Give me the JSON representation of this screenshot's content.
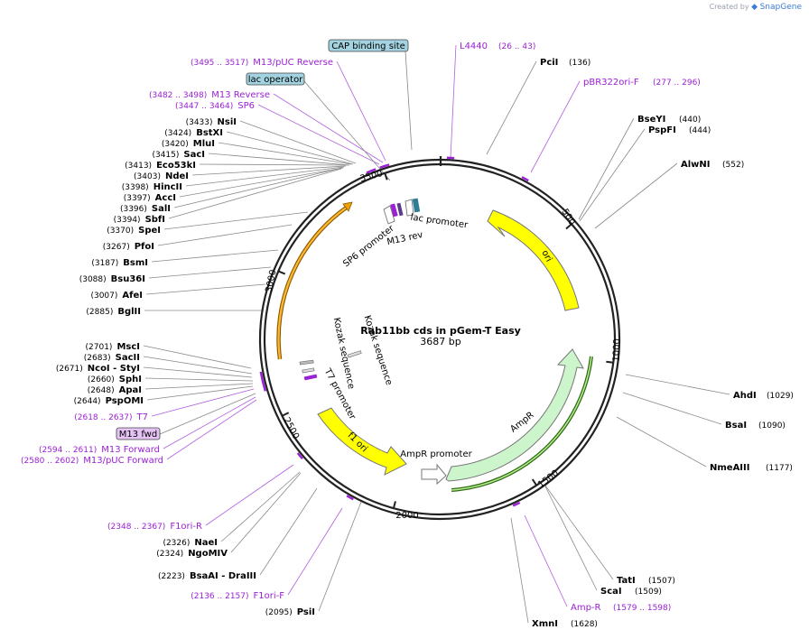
{
  "credit": {
    "prefix": "Created by",
    "brand": "SnapGene"
  },
  "plasmid": {
    "name": "Rab11bb cds in pGem-T Easy",
    "length_label": "3687 bp",
    "length": 3687
  },
  "colors": {
    "enzyme": "#000000",
    "primer": "#9b20d6",
    "line": "#888888",
    "backbone": "#222222",
    "ori": "#ffff00",
    "ampr": "#ccf5cc",
    "f1": "#ffff00",
    "orf": "#f0a000"
  },
  "ticks": [
    "500",
    "1000",
    "1500",
    "2000",
    "2500",
    "3000",
    "3500"
  ],
  "features": [
    {
      "label": "ori",
      "type": "ori"
    },
    {
      "label": "AmpR",
      "type": "gene"
    },
    {
      "label": "AmpR promoter",
      "type": "promoter"
    },
    {
      "label": "f1 ori",
      "type": "ori"
    },
    {
      "label": "T7 promoter",
      "type": "promoter"
    },
    {
      "label": "Kozak sequence",
      "type": "misc"
    },
    {
      "label": "Kozak sequence",
      "type": "misc"
    },
    {
      "label": "SP6 promoter",
      "type": "promoter"
    },
    {
      "label": "M13 rev",
      "type": "primer_bind"
    },
    {
      "label": "lac promoter",
      "type": "promoter"
    }
  ],
  "boxed_labels": [
    {
      "text": "CAP binding site",
      "color": "#a3d3e0"
    },
    {
      "text": "lac operator",
      "color": "#a3d3e0"
    },
    {
      "text": "M13 fwd",
      "color": "#e5c3f5"
    }
  ],
  "sites": [
    {
      "name": "L4440",
      "pos": "(26 .. 43)",
      "kind": "primer"
    },
    {
      "name": "PciI",
      "pos": "(136)",
      "kind": "enzyme"
    },
    {
      "name": "pBR322ori-F",
      "pos": "(277 .. 296)",
      "kind": "primer"
    },
    {
      "name": "BseYI",
      "pos": "(440)",
      "kind": "enzyme"
    },
    {
      "name": "PspFI",
      "pos": "(444)",
      "kind": "enzyme"
    },
    {
      "name": "AlwNI",
      "pos": "(552)",
      "kind": "enzyme"
    },
    {
      "name": "AhdI",
      "pos": "(1029)",
      "kind": "enzyme"
    },
    {
      "name": "BsaI",
      "pos": "(1090)",
      "kind": "enzyme"
    },
    {
      "name": "NmeAIII",
      "pos": "(1177)",
      "kind": "enzyme"
    },
    {
      "name": "TatI",
      "pos": "(1507)",
      "kind": "enzyme"
    },
    {
      "name": "ScaI",
      "pos": "(1509)",
      "kind": "enzyme"
    },
    {
      "name": "Amp-R",
      "pos": "(1579 .. 1598)",
      "kind": "primer"
    },
    {
      "name": "XmnI",
      "pos": "(1628)",
      "kind": "enzyme"
    },
    {
      "name": "PsiI",
      "pos": "(2095)",
      "kind": "enzyme"
    },
    {
      "name": "F1ori-F",
      "pos": "(2136 .. 2157)",
      "kind": "primer"
    },
    {
      "name": "BsaAI - DraIII",
      "pos": "(2223)",
      "kind": "enzyme"
    },
    {
      "name": "NgoMIV",
      "pos": "(2324)",
      "kind": "enzyme"
    },
    {
      "name": "NaeI",
      "pos": "(2326)",
      "kind": "enzyme"
    },
    {
      "name": "F1ori-R",
      "pos": "(2348 .. 2367)",
      "kind": "primer"
    },
    {
      "name": "M13/pUC Forward",
      "pos": "(2580 .. 2602)",
      "kind": "primer"
    },
    {
      "name": "M13 Forward",
      "pos": "(2594 .. 2611)",
      "kind": "primer"
    },
    {
      "name": "T7",
      "pos": "(2618 .. 2637)",
      "kind": "primer"
    },
    {
      "name": "PspOMI",
      "pos": "(2644)",
      "kind": "enzyme"
    },
    {
      "name": "ApaI",
      "pos": "(2648)",
      "kind": "enzyme"
    },
    {
      "name": "SphI",
      "pos": "(2660)",
      "kind": "enzyme"
    },
    {
      "name": "NcoI - StyI",
      "pos": "(2671)",
      "kind": "enzyme"
    },
    {
      "name": "SacII",
      "pos": "(2683)",
      "kind": "enzyme"
    },
    {
      "name": "MscI",
      "pos": "(2701)",
      "kind": "enzyme"
    },
    {
      "name": "BglII",
      "pos": "(2885)",
      "kind": "enzyme"
    },
    {
      "name": "AfeI",
      "pos": "(3007)",
      "kind": "enzyme"
    },
    {
      "name": "Bsu36I",
      "pos": "(3088)",
      "kind": "enzyme"
    },
    {
      "name": "BsmI",
      "pos": "(3187)",
      "kind": "enzyme"
    },
    {
      "name": "PfoI",
      "pos": "(3267)",
      "kind": "enzyme"
    },
    {
      "name": "SpeI",
      "pos": "(3370)",
      "kind": "enzyme"
    },
    {
      "name": "SbfI",
      "pos": "(3394)",
      "kind": "enzyme"
    },
    {
      "name": "SalI",
      "pos": "(3396)",
      "kind": "enzyme"
    },
    {
      "name": "AccI",
      "pos": "(3397)",
      "kind": "enzyme"
    },
    {
      "name": "HincII",
      "pos": "(3398)",
      "kind": "enzyme"
    },
    {
      "name": "NdeI",
      "pos": "(3403)",
      "kind": "enzyme"
    },
    {
      "name": "Eco53kI",
      "pos": "(3413)",
      "kind": "enzyme"
    },
    {
      "name": "SacI",
      "pos": "(3415)",
      "kind": "enzyme"
    },
    {
      "name": "MluI",
      "pos": "(3420)",
      "kind": "enzyme"
    },
    {
      "name": "BstXI",
      "pos": "(3424)",
      "kind": "enzyme"
    },
    {
      "name": "NsiI",
      "pos": "(3433)",
      "kind": "enzyme"
    },
    {
      "name": "SP6",
      "pos": "(3447 .. 3464)",
      "kind": "primer"
    },
    {
      "name": "M13 Reverse",
      "pos": "(3482 .. 3498)",
      "kind": "primer"
    },
    {
      "name": "M13/pUC Reverse",
      "pos": "(3495 .. 3517)",
      "kind": "primer"
    }
  ]
}
